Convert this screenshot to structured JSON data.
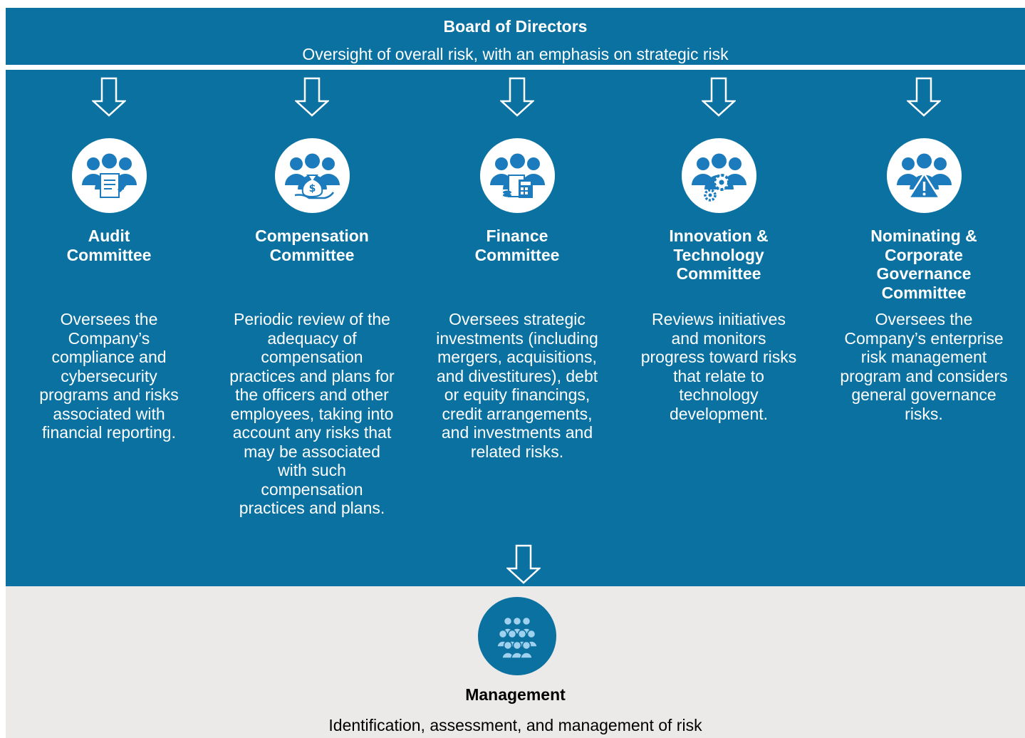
{
  "colors": {
    "blue": "#0a71a0",
    "icon_blue": "#1b7bbd",
    "management_bg": "#ebeae8"
  },
  "board": {
    "title": "Board of Directors",
    "subtitle": "Oversight of overall risk, with an emphasis on strategic risk"
  },
  "committees": [
    {
      "title": "Audit\nCommittee",
      "icon": "people-document-icon",
      "description": "Oversees the\nCompany’s\ncompliance and\ncybersecurity\nprograms and risks\nassociated with\nfinancial reporting."
    },
    {
      "title": "Compensation\nCommittee",
      "icon": "people-money-bag-icon",
      "description": "Periodic review of the\nadequacy of\ncompensation\npractices and plans for\nthe officers and other\nemployees, taking into\naccount any risks that\nmay be associated\nwith such\ncompensation\npractices and plans."
    },
    {
      "title": "Finance\nCommittee",
      "icon": "people-calculator-icon",
      "description": "Oversees strategic\ninvestments (including\nmergers, acquisitions,\nand divestitures), debt\nor equity financings,\ncredit arrangements,\nand investments and\nrelated risks."
    },
    {
      "title": "Innovation &\nTechnology\nCommittee",
      "icon": "people-gears-icon",
      "description": "Reviews initiatives\nand monitors\nprogress toward risks\nthat relate to\ntechnology\ndevelopment."
    },
    {
      "title": "Nominating &\nCorporate\nGovernance\nCommittee",
      "icon": "people-warning-icon",
      "description": "Oversees the\nCompany’s enterprise\nrisk management\nprogram and considers\ngeneral governance\nrisks."
    }
  ],
  "management": {
    "title": "Management",
    "subtitle": "Identification, assessment, and management of risk",
    "icon": "team-group-icon"
  }
}
